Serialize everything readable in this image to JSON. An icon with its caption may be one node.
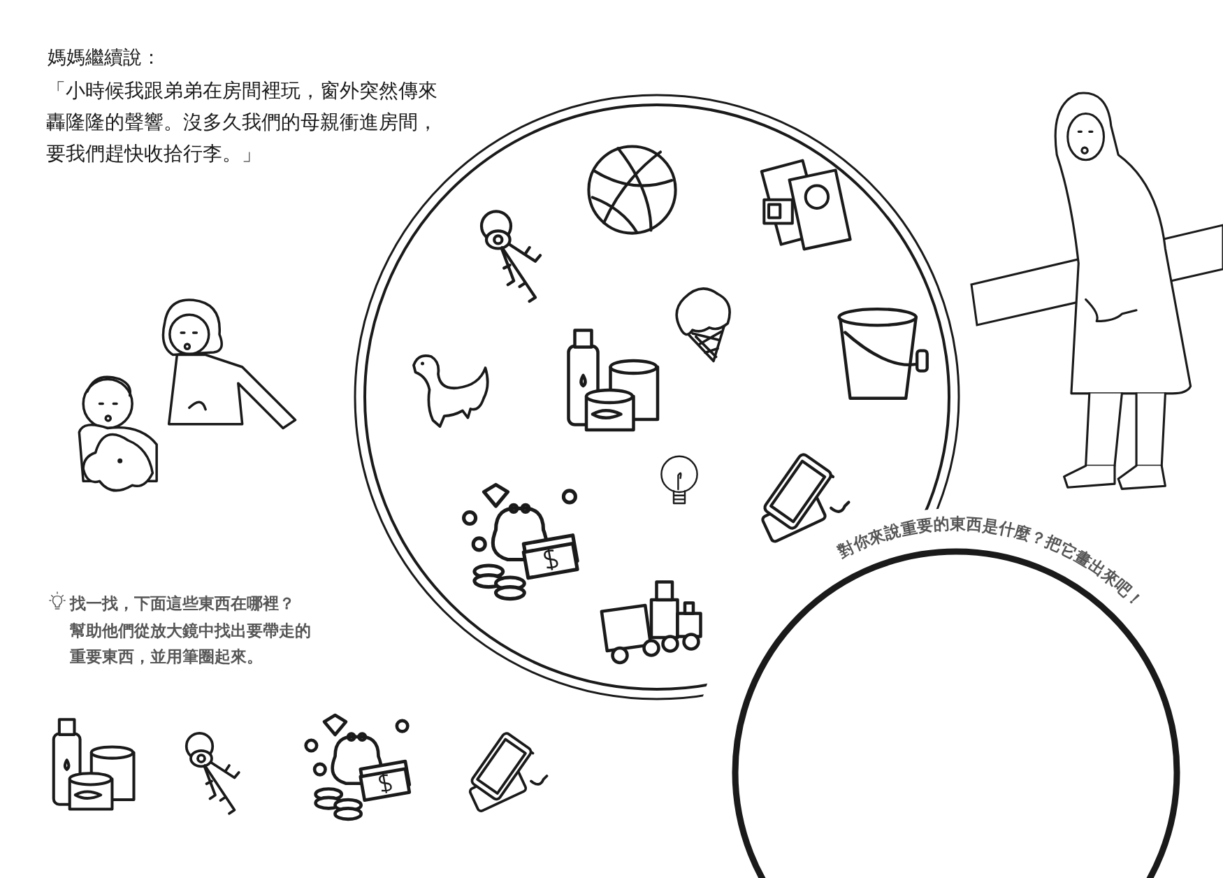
{
  "diagram": {
    "labels": [
      "媽媽繼續說：",
      "「小時候我跟弟弟在房間裡玩，窗外突然傳來轟隆隆的聲響。沒多久我們的母親衝進房間，要我們趕快收拾行李。」",
      "對你來說重要的東西是什麼？把它畫出來吧！",
      "找一找，下面這些東西在哪裡？",
      "幫助他們從放大鏡中找出要帶走的重要東西，並用筆圈起來。"
    ]
  }
}
